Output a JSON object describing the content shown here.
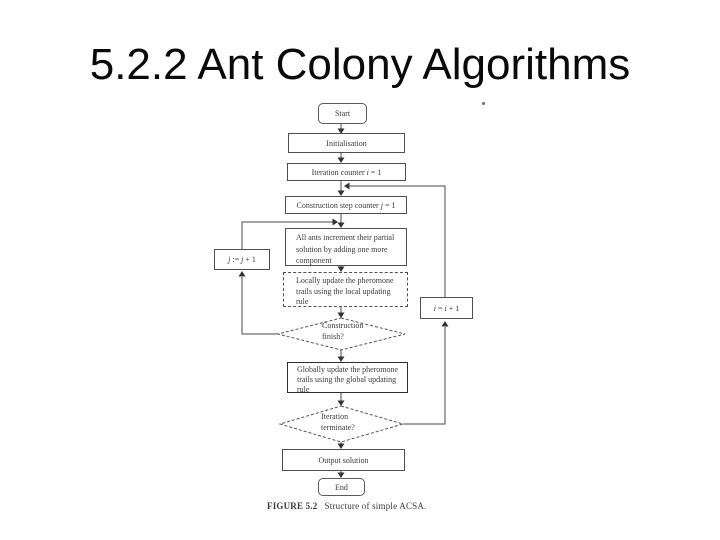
{
  "slide": {
    "title": "5.2.2 Ant Colony Algorithms"
  },
  "figure": {
    "caption_label": "FIGURE 5.2",
    "caption_text": "Structure of simple ACSA.",
    "nodes": {
      "start": "Start",
      "initialisation": "Initialisation",
      "iteration_counter": {
        "pre": "Iteration counter ",
        "var": "i",
        "post": " = 1"
      },
      "construction_counter": {
        "pre": "Construction step counter ",
        "var": "j",
        "post": " = 1"
      },
      "all_ants_lines": [
        "All ants increment their partial",
        "solution by adding one more",
        "component"
      ],
      "local_update_lines": [
        "Locally update the pheromone",
        "trails using the local updating",
        "rule"
      ],
      "construction_finish_lines": [
        "Construction",
        "finish?"
      ],
      "global_update_lines": [
        "Globally update the pheromone",
        "trails using the global updating",
        "rule"
      ],
      "iteration_terminate_lines": [
        "Iteration",
        "terminate?"
      ],
      "output_solution": "Output solution",
      "end": "End",
      "j_increment": {
        "var": "j",
        "op": " := ",
        "rest": " + 1"
      },
      "i_increment": {
        "var": "i",
        "op": " = ",
        "rest": " + 1"
      }
    }
  }
}
